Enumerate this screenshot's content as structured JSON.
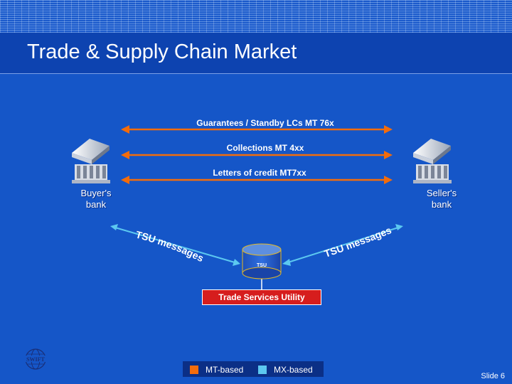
{
  "title": "Trade & Supply Chain Market",
  "messages": [
    {
      "label": "Guarantees / Standby LCs   MT 76x"
    },
    {
      "label": "Collections  MT 4xx"
    },
    {
      "label": "Letters of credit  MT7xx"
    }
  ],
  "buyer_bank": {
    "label": "Buyer's bank"
  },
  "seller_bank": {
    "label": "Seller's bank"
  },
  "tsu_left": "TSU messages",
  "tsu_right": "TSU messages",
  "tsu_db_label": "TSU",
  "tsu_box_label": "Trade Services Utility",
  "logo_text": "SWIFT",
  "legend": [
    {
      "label": "MT-based",
      "color": "#f46c0b"
    },
    {
      "label": "MX-based",
      "color": "#5cc8f0"
    }
  ],
  "slide_number": "Slide 6",
  "colors": {
    "background": "#1556c8",
    "mt_arrow": "#f46c0b",
    "mx_arrow": "#5cc8f0",
    "tsu_box": "#d61d1d"
  }
}
